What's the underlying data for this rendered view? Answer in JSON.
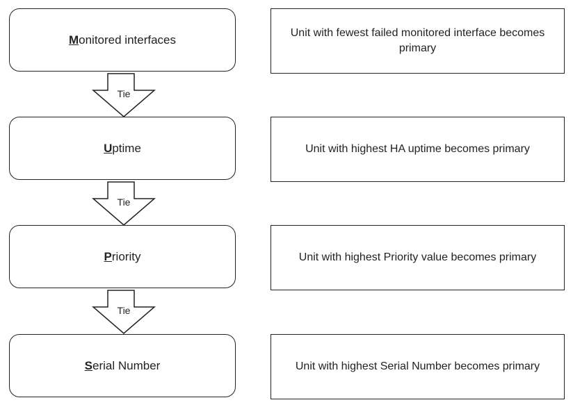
{
  "steps": [
    {
      "first_letter": "M",
      "rest": "onitored interfaces",
      "description": "Unit with fewest failed monitored interface becomes primary"
    },
    {
      "first_letter": "U",
      "rest": "ptime",
      "description": "Unit with highest HA uptime becomes primary"
    },
    {
      "first_letter": "P",
      "rest": "riority",
      "description": "Unit with highest Priority value becomes primary"
    },
    {
      "first_letter": "S",
      "rest": "erial Number",
      "description": "Unit with highest Serial Number becomes primary"
    }
  ],
  "connectors": [
    {
      "label": "Tie"
    },
    {
      "label": "Tie"
    },
    {
      "label": "Tie"
    }
  ],
  "colors": {
    "stroke": "#222222",
    "fill": "#ffffff"
  }
}
